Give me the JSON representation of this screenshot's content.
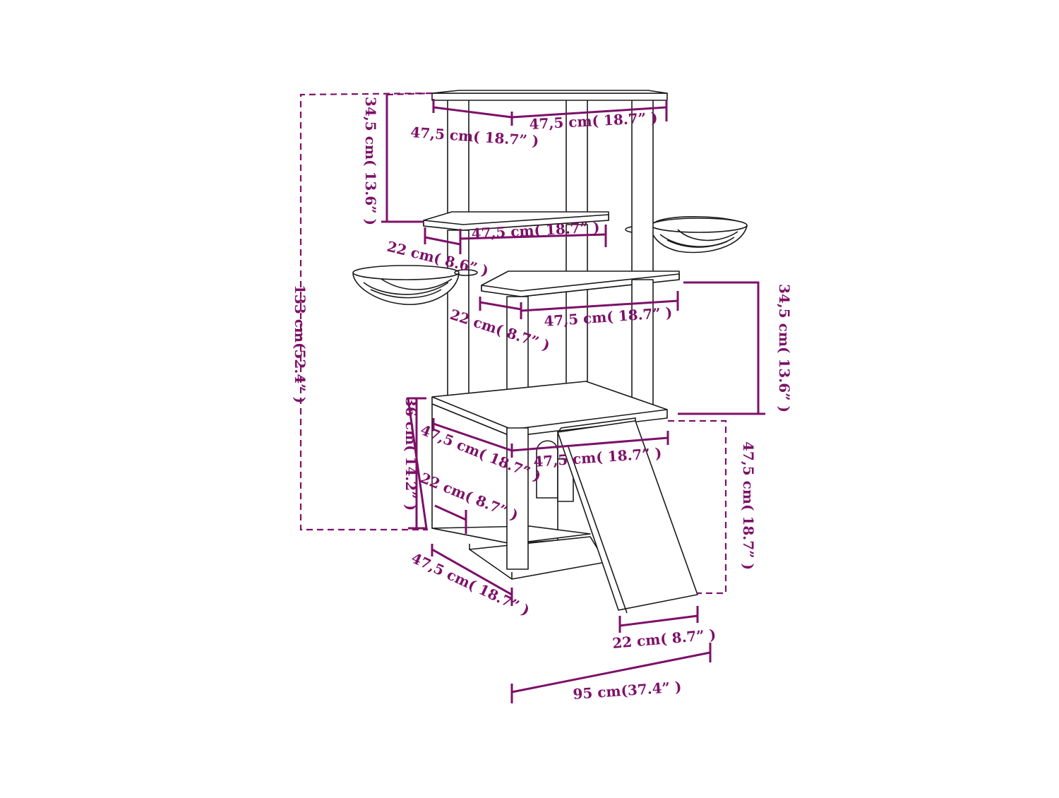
{
  "colors": {
    "dimension": "#7d1068",
    "outline": "#1a1a1a",
    "background": "#ffffff"
  },
  "labels": {
    "top_width": "47,5 cm( 18.7” )",
    "top_depth": "47,5 cm( 18.7” )",
    "top_section_height": "34,5 cm( 13.6” )",
    "upper_platform_width": "47,5 cm( 18.7” )",
    "upper_platform_depth": "22 cm( 8.6” )",
    "middle_platform_depth": "22 cm( 8.7” )",
    "middle_platform_width": "47,5 cm( 18.7” )",
    "middle_section_height": "34,5 cm( 13.6” )",
    "total_height": "133 cm(52.4” )",
    "house_height": "36 cm( 14.2” )",
    "house_front_depth": "47,5 cm( 18.7” )",
    "house_top_width": "47,5 cm( 18.7” )",
    "house_inner_depth": "22 cm( 8.7” )",
    "ramp_height": "47,5 cm( 18.7” )",
    "base_depth": "47,5 cm( 18.7” )",
    "ramp_width": "22 cm( 8.7” )",
    "total_width": "95 cm(37.4” )"
  }
}
